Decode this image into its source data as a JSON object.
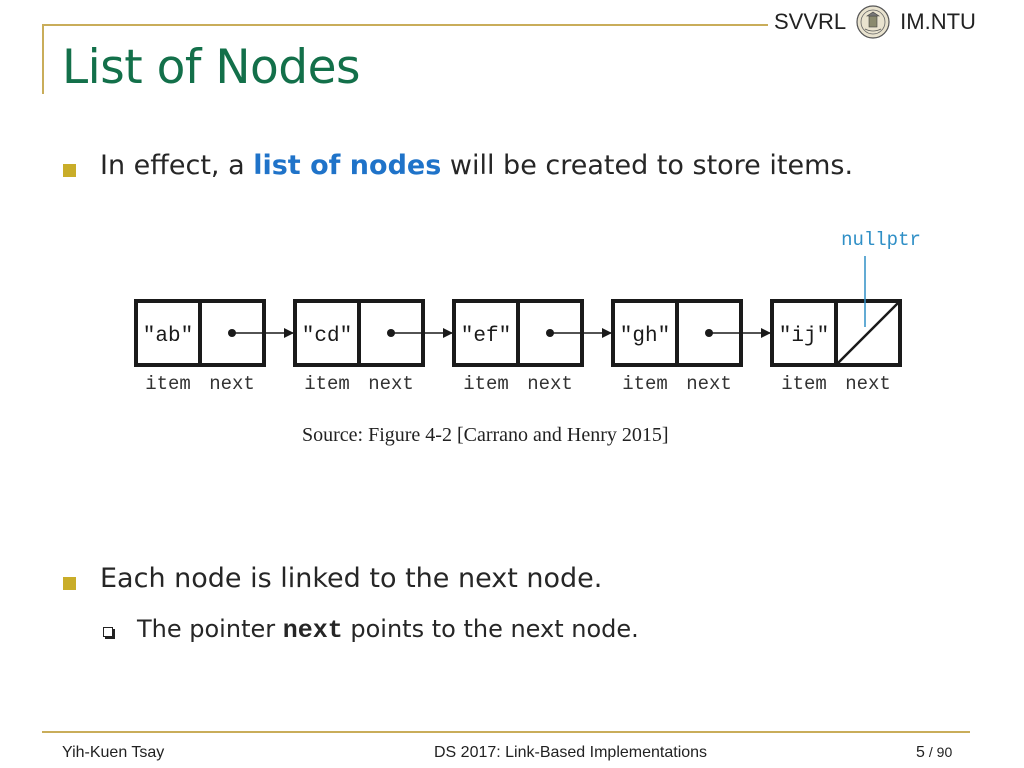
{
  "header": {
    "left_label": "SVVRL",
    "right_label": "IM.NTU",
    "logo_icon": "university-seal-icon"
  },
  "title": "List of Nodes",
  "bullets": [
    {
      "pre": "In effect, a ",
      "highlight": "list of nodes",
      "post": " will be created to store items."
    },
    {
      "text": "Each node is linked to the next node.",
      "sub": {
        "pre": "The pointer ",
        "code": "next",
        "post": " points to the next node."
      }
    }
  ],
  "figure": {
    "nodes": [
      "\"ab\"",
      "\"cd\"",
      "\"ef\"",
      "\"gh\"",
      "\"ij\""
    ],
    "item_label": "item",
    "next_label": "next",
    "null_label": "nullptr",
    "colors": {
      "box": "#1a1a1a",
      "null_label": "#2f8fc6"
    },
    "caption": "Source: Figure 4-2 [Carrano and Henry 2015]"
  },
  "footer": {
    "author": "Yih-Kuen Tsay",
    "course": "DS 2017: Link-Based Implementations",
    "page": "5",
    "total": "/ 90"
  },
  "colors": {
    "title": "#13704a",
    "highlight": "#1f73c9",
    "accent_line": "#c9ad5a",
    "bullet": "#c9ad29"
  }
}
